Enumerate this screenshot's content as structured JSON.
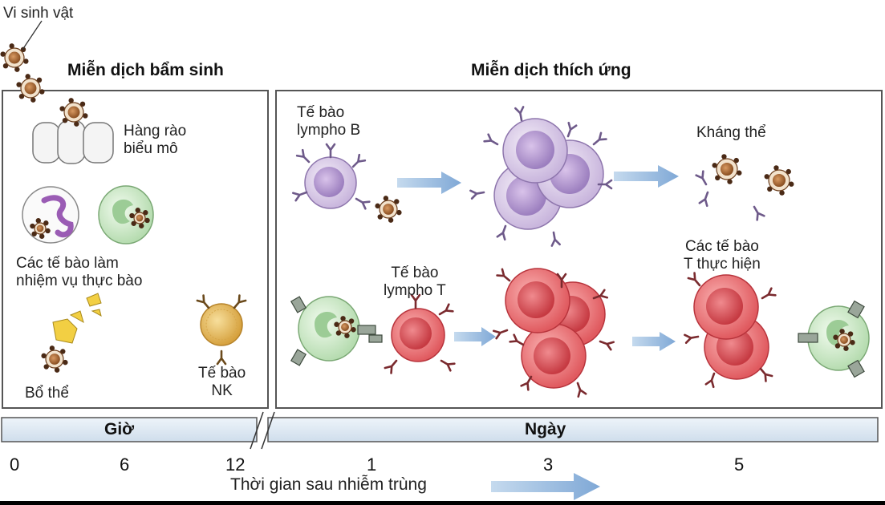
{
  "microbe_label": "Vi sinh vật",
  "innate": {
    "title": "Miễn dịch bẩm sinh",
    "epithelium": "Hàng rào\nbiểu mô",
    "phagocytes": "Các tế bào làm\nnhiệm vụ thực bào",
    "complement": "Bổ thể",
    "nk": "Tế bào\nNK"
  },
  "adaptive": {
    "title": "Miễn dịch thích ứng",
    "b_cell": "Tế bào\nlympho B",
    "antibody": "Kháng thể",
    "t_cell": "Tế bào\nlympho T",
    "effector_t": "Các tế bào\nT thực hiện"
  },
  "timeline": {
    "hours": "Giờ",
    "days": "Ngày",
    "ticks": [
      "0",
      "6",
      "12",
      "1",
      "3",
      "5"
    ],
    "caption": "Thời gian sau nhiễm trùng"
  },
  "colors": {
    "arrow": "#8fb4dc",
    "band": "#dde8f2",
    "b_cell": "#c8b4dc",
    "t_cell": "#e0555a",
    "phagocyte": "#b8e0b4",
    "nk": "#e6b85a",
    "microbe": "#a86a36"
  }
}
